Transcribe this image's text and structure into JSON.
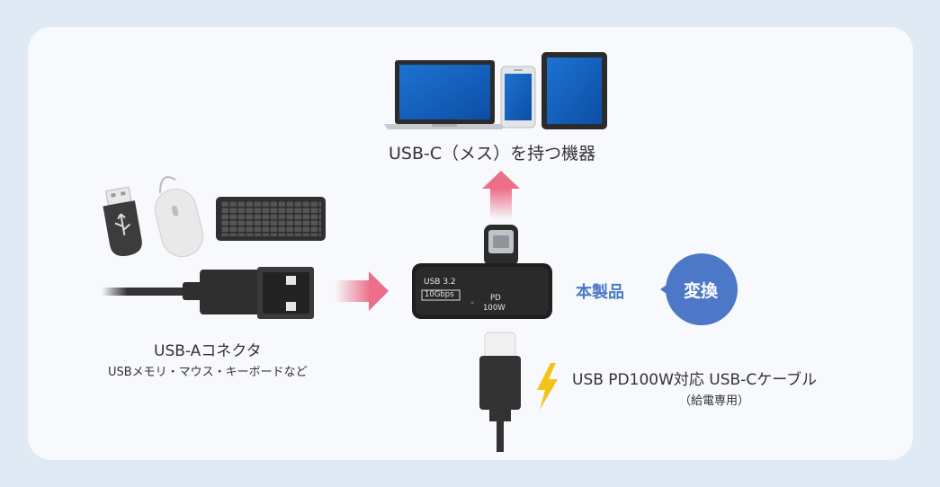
{
  "devices_caption": "USB-C（メス）を持つ機器",
  "usba": {
    "title": "USB-Aコネクタ",
    "subtitle": "USBメモリ・マウス・キーボードなど"
  },
  "product": {
    "label": "本製品",
    "badge": "変換",
    "print_usb": "USB 3.2",
    "print_speed": "10Gbps",
    "print_pd": "PD",
    "print_watt": "100W"
  },
  "cable": {
    "title": "USB PD100W対応 USB-Cケーブル",
    "subtitle": "（給電専用）"
  },
  "colors": {
    "page_bg": "#dfeaf5",
    "card_bg": "#f7f9fc",
    "arrow_pink": "#ec6f8a",
    "badge_blue": "#4c78c7",
    "label_blue": "#4c78c7",
    "bolt_yellow": "#f2c416"
  },
  "icons": [
    "laptop-icon",
    "smartphone-icon",
    "tablet-icon",
    "usb-flash-drive-icon",
    "mouse-icon",
    "keyboard-icon",
    "usb-a-plug-icon",
    "usb-c-plug-icon",
    "lightning-bolt-icon"
  ]
}
